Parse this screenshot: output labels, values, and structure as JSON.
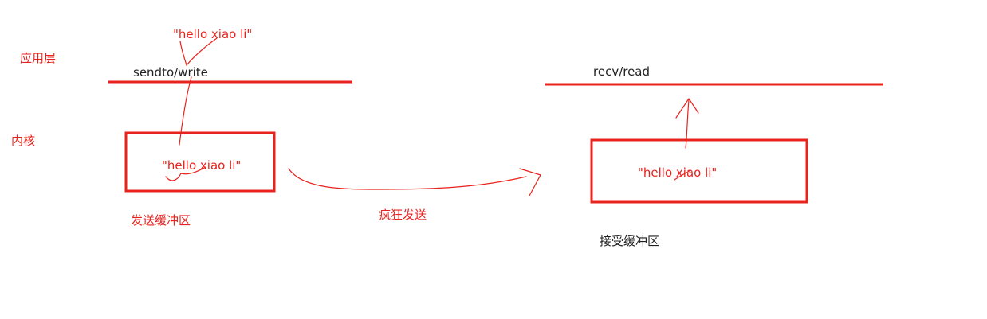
{
  "colors": {
    "ink": "#e8231d",
    "text_dark": "#222222",
    "background": "#ffffff"
  },
  "layers": {
    "app_layer": "应用层",
    "kernel_layer": "内核"
  },
  "sender": {
    "message_top": "\"hello xiao li\"",
    "syscall": "sendto/write",
    "buffer_message": "\"hello xiao li\"",
    "buffer_label": "发送缓冲区"
  },
  "transfer": {
    "label": "疯狂发送"
  },
  "receiver": {
    "syscall": "recv/read",
    "buffer_message": "\"hello xiao li\"",
    "buffer_label": "接受缓冲区"
  }
}
